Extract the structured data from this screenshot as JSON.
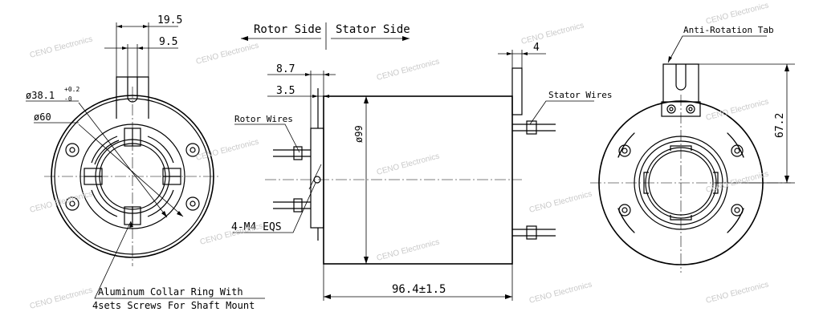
{
  "dimensions": {
    "width_19_5": "19.5",
    "width_9_5": "9.5",
    "bore_dia": "ø38.1",
    "bore_tol_upper": "+0.2",
    "bore_tol_lower": "-0",
    "outer_dia": "ø60",
    "body_dia": "ø99",
    "length": "96.4±1.5",
    "flange_8_7": "8.7",
    "flange_3_5": "3.5",
    "tab_thickness": "4",
    "tab_height": "67.2"
  },
  "labels": {
    "rotor_side": "Rotor Side",
    "stator_side": "Stator Side",
    "rotor_wires": "Rotor Wires",
    "stator_wires": "Stator Wires",
    "anti_rotation_tab": "Anti-Rotation Tab",
    "screws": "4-M4 EQS",
    "collar_line1": "Aluminum Collar Ring With",
    "collar_line2": "4sets Screws For Shaft Mount"
  },
  "watermark": "CENO Electronics"
}
